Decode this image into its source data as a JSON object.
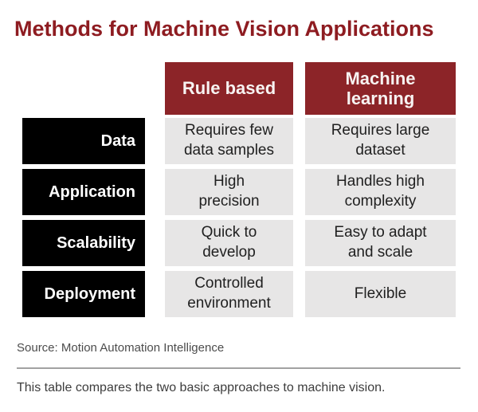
{
  "chart_data": {
    "type": "table",
    "title": "Methods for Machine Vision Applications",
    "column_headers": [
      "Rule based",
      "Machine\nlearning"
    ],
    "row_headers": [
      "Data",
      "Application",
      "Scalability",
      "Deployment"
    ],
    "rows": [
      {
        "label": "Data",
        "cells": [
          "Requires few\ndata samples",
          "Requires large\ndataset"
        ]
      },
      {
        "label": "Application",
        "cells": [
          "High\nprecision",
          "Handles high\ncomplexity"
        ]
      },
      {
        "label": "Scalability",
        "cells": [
          "Quick to\ndevelop",
          "Easy to adapt\nand scale"
        ]
      },
      {
        "label": "Deployment",
        "cells": [
          "Controlled\nenvironment",
          "Flexible"
        ]
      }
    ],
    "legend": "none",
    "grid": "off"
  },
  "source": "Source: Motion Automation Intelligence",
  "caption": "This table compares the two basic approaches to machine vision.",
  "colors": {
    "title_red": "#8e1c21",
    "header_red": "#8c2428",
    "row_label_black": "#000000",
    "cell_gray": "#e7e6e6",
    "cell_text": "#1f1f1f",
    "divider_gray": "#a2a2a2",
    "source_text": "#4c4c4c",
    "caption_text": "#3d3d3d"
  }
}
